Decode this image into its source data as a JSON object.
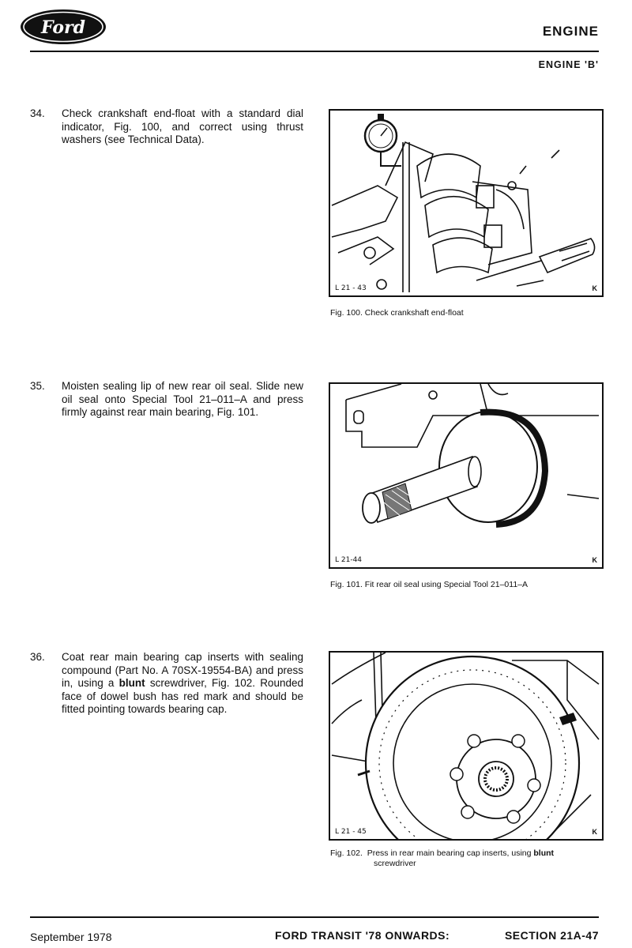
{
  "header": {
    "brand": "Ford",
    "title": "ENGINE",
    "subtitle": "ENGINE 'B'"
  },
  "steps": [
    {
      "number": "34.",
      "text": "Check crankshaft end-float with a standard dial indicator, Fig. 100, and correct using thrust washers (see Technical Data)."
    },
    {
      "number": "35.",
      "text": "Moisten sealing lip of new rear oil seal. Slide new oil seal onto Special Tool 21–011–A and press firmly against rear main bearing, Fig. 101."
    },
    {
      "number": "36.",
      "text_before_bold": "Coat rear main bearing cap inserts with sealing compound (Part No. A 70SX-19554-BA) and press in, using a",
      "bold": "blunt",
      "text_after_bold": "screwdriver, Fig. 102. Rounded face of dowel bush has red mark and should be fitted pointing towards bearing cap."
    }
  ],
  "figures": [
    {
      "ref": "L 21 - 43",
      "corner": "K",
      "caption": "Fig. 100.  Check crankshaft end-float"
    },
    {
      "ref": "L 21-44",
      "corner": "K",
      "caption": "Fig. 101.  Fit rear oil seal using Special Tool 21–011–A"
    },
    {
      "ref": "L 21 - 45",
      "corner": "K",
      "caption_prefix": "Fig. 102.",
      "caption_line1": "Press in rear main bearing cap inserts, using",
      "caption_bold": "blunt",
      "caption_line2": "screwdriver"
    }
  ],
  "footer": {
    "date": "September  1978",
    "publication": "FORD TRANSIT '78 ONWARDS:",
    "section": "SECTION 21A-47"
  }
}
